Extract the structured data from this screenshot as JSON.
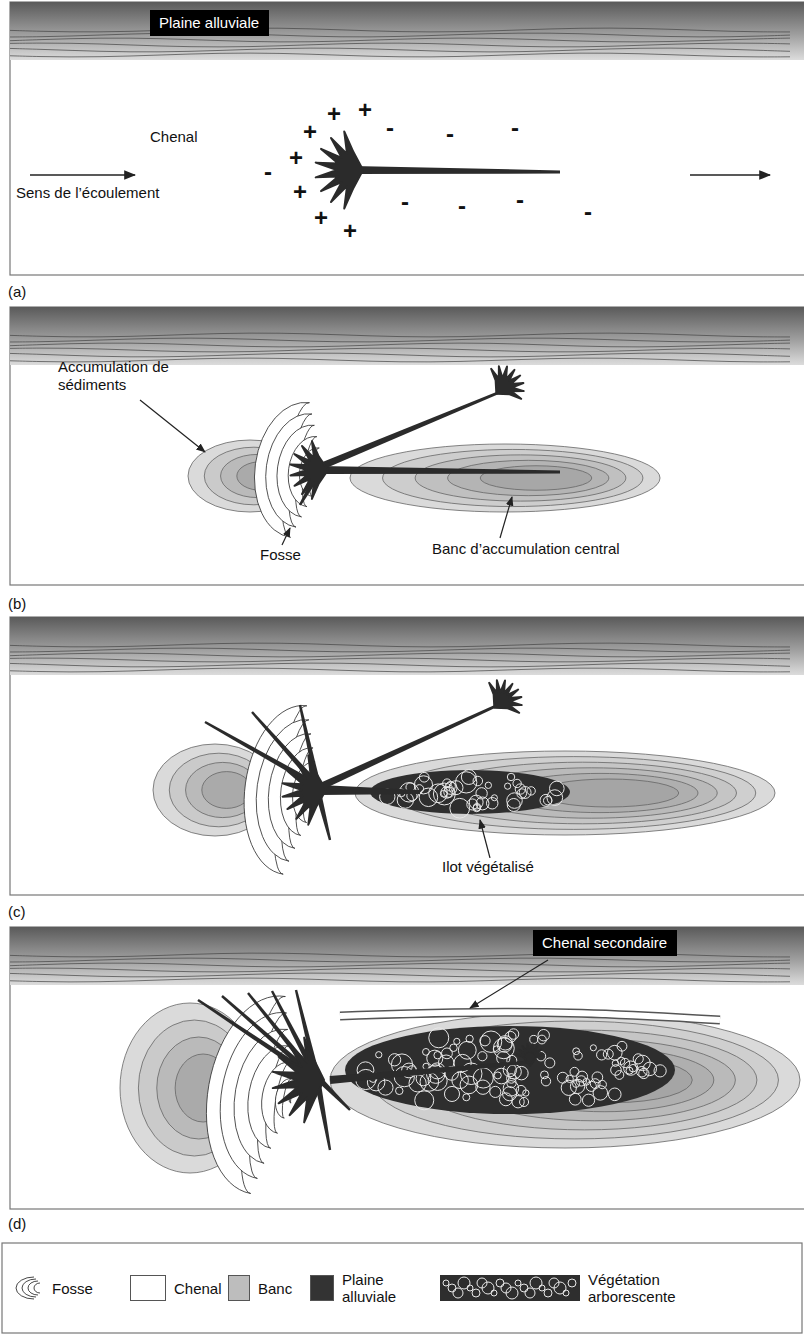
{
  "diagram": {
    "nodes": [
      {
        "text": [
          "Plaine alluviale"
        ]
      },
      {
        "text": [
          "Chenal secondaire"
        ]
      }
    ],
    "labels": [
      "Chenal",
      "Sens de l’écoulement",
      "+",
      "+",
      "+",
      "+",
      "+",
      "+",
      "+",
      "-",
      "-",
      "-",
      "-",
      "-",
      "-",
      "-",
      "-",
      "(a)",
      "Accumulation de sédiments",
      "Fosse",
      "Banc d’accumulation central",
      "(b)",
      "Ilot végétalisé",
      "(c)",
      "(d)"
    ],
    "legend": [
      {
        "text": "Fosse"
      },
      {
        "text": "Chenal",
        "color": "#ffffff"
      },
      {
        "text": "Banc",
        "color": "#bdbdbd"
      },
      {
        "text": "Plaine alluviale",
        "color": "#333333"
      },
      {
        "text": "Végétation arborescente"
      }
    ]
  }
}
